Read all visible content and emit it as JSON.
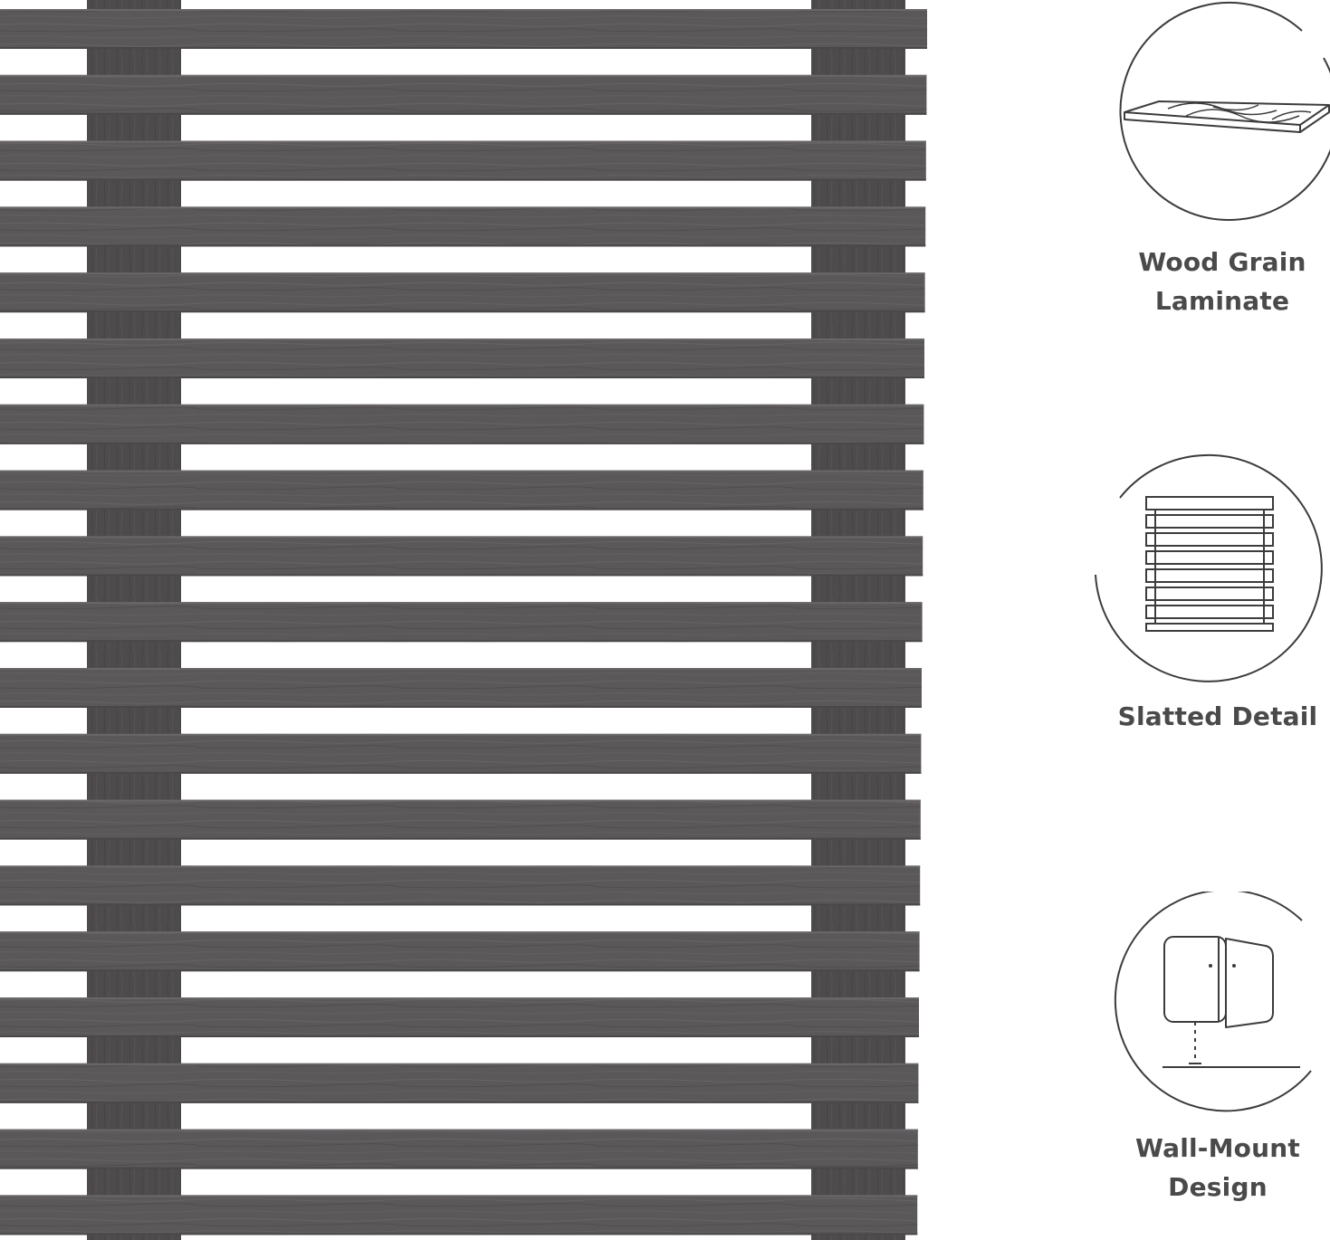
{
  "product": {
    "colors": {
      "slat": "#5b585a",
      "slat_dark": "#4a4749",
      "slat_light": "#6a6769",
      "post": "#4e4b4d",
      "background": "#ffffff"
    }
  },
  "features": [
    {
      "icon": "wood-grain-laminate-icon",
      "label_lines": [
        "Wood Grain",
        "Laminate"
      ]
    },
    {
      "icon": "slatted-detail-icon",
      "label_lines": [
        "Slatted Detail"
      ]
    },
    {
      "icon": "wall-mount-icon",
      "label_lines": [
        "Wall-Mount",
        "Design"
      ]
    }
  ],
  "style": {
    "icon_stroke": "#3c3c3c",
    "label_color": "#4a4a4a"
  }
}
